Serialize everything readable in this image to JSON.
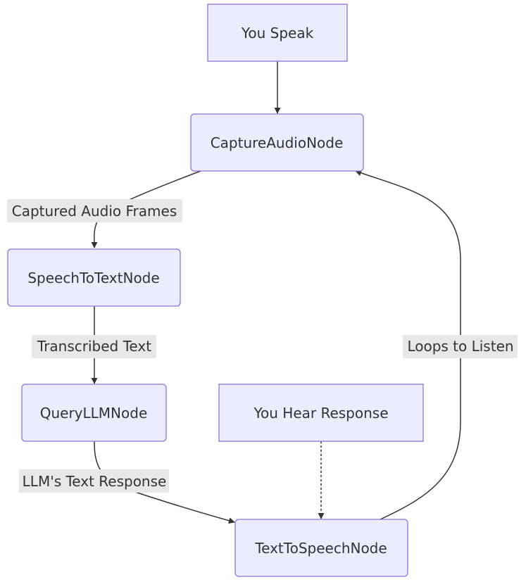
{
  "nodes": {
    "you_speak": "You Speak",
    "capture_audio": "CaptureAudioNode",
    "speech_to_text": "SpeechToTextNode",
    "query_llm": "QueryLLMNode",
    "you_hear": "You Hear Response",
    "text_to_speech": "TextToSpeechNode"
  },
  "edges": {
    "captured_audio": "Captured Audio Frames",
    "transcribed": "Transcribed Text",
    "llm_response": "LLM's Text Response",
    "loops": "Loops to Listen"
  },
  "colors": {
    "node_fill": "#ECECFF",
    "node_stroke": "#9370DB",
    "edge": "#333333",
    "label_bg": "#e8e8e8"
  }
}
